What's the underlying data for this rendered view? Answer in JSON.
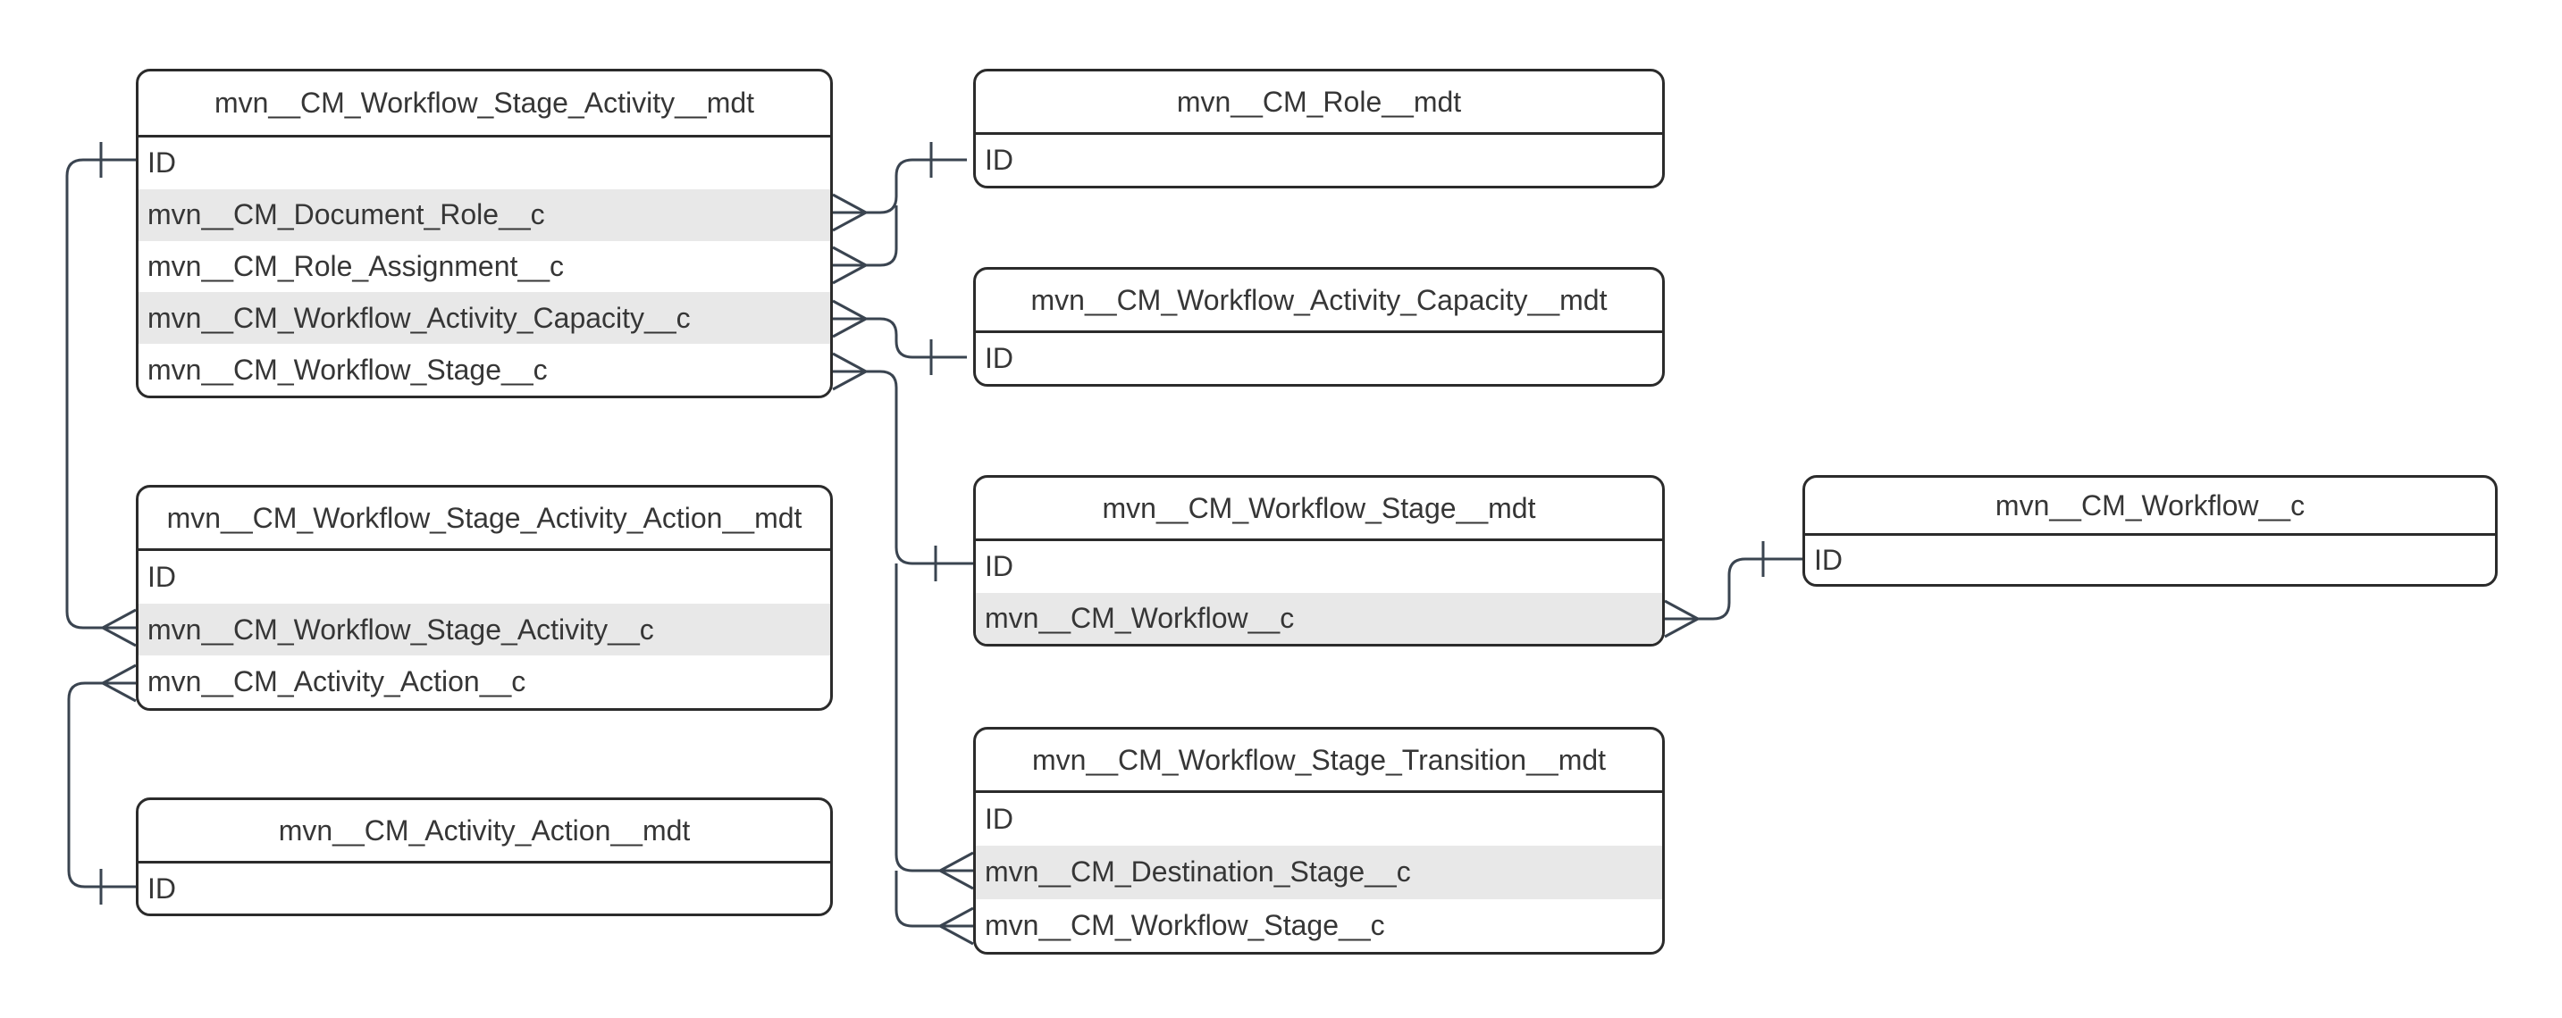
{
  "colors": {
    "background": "#ffffff",
    "entity_border": "#2b2b2b",
    "row_alt_fill": "#e8e8e8",
    "edge_line": "#3a4450",
    "text": "#363636"
  },
  "entities": [
    {
      "title": "mvn__CM_Workflow_Stage_Activity__mdt",
      "fields": [
        "ID",
        "mvn__CM_Document_Role__c",
        "mvn__CM_Role_Assignment__c",
        "mvn__CM_Workflow_Activity_Capacity__c",
        "mvn__CM_Workflow_Stage__c"
      ]
    },
    {
      "title": "mvn__CM_Role__mdt",
      "fields": [
        "ID"
      ]
    },
    {
      "title": "mvn__CM_Workflow_Activity_Capacity__mdt",
      "fields": [
        "ID"
      ]
    },
    {
      "title": "mvn__CM_Workflow_Stage__mdt",
      "fields": [
        "ID",
        "mvn__CM_Workflow__c"
      ]
    },
    {
      "title": "mvn__CM_Workflow__c",
      "fields": [
        "ID"
      ]
    },
    {
      "title": "mvn__CM_Workflow_Stage_Activity_Action__mdt",
      "fields": [
        "ID",
        "mvn__CM_Workflow_Stage_Activity__c",
        "mvn__CM_Activity_Action__c"
      ]
    },
    {
      "title": "mvn__CM_Activity_Action__mdt",
      "fields": [
        "ID"
      ]
    },
    {
      "title": "mvn__CM_Workflow_Stage_Transition__mdt",
      "fields": [
        "ID",
        "mvn__CM_Destination_Stage__c",
        "mvn__CM_Workflow_Stage__c"
      ]
    }
  ],
  "relationships": [
    {
      "from": "mvn__CM_Workflow_Stage_Activity__mdt.mvn__CM_Document_Role__c",
      "to": "mvn__CM_Role__mdt.ID",
      "cardinality": "many-to-one"
    },
    {
      "from": "mvn__CM_Workflow_Stage_Activity__mdt.mvn__CM_Role_Assignment__c",
      "to": "mvn__CM_Role__mdt.ID",
      "cardinality": "many-to-one"
    },
    {
      "from": "mvn__CM_Workflow_Stage_Activity__mdt.mvn__CM_Workflow_Activity_Capacity__c",
      "to": "mvn__CM_Workflow_Activity_Capacity__mdt.ID",
      "cardinality": "many-to-one"
    },
    {
      "from": "mvn__CM_Workflow_Stage_Activity__mdt.mvn__CM_Workflow_Stage__c",
      "to": "mvn__CM_Workflow_Stage__mdt.ID",
      "cardinality": "many-to-one"
    },
    {
      "from": "mvn__CM_Workflow_Stage_Activity_Action__mdt.mvn__CM_Workflow_Stage_Activity__c",
      "to": "mvn__CM_Workflow_Stage_Activity__mdt.ID",
      "cardinality": "many-to-one"
    },
    {
      "from": "mvn__CM_Workflow_Stage_Activity_Action__mdt.mvn__CM_Activity_Action__c",
      "to": "mvn__CM_Activity_Action__mdt.ID",
      "cardinality": "many-to-one"
    },
    {
      "from": "mvn__CM_Workflow_Stage__mdt.mvn__CM_Workflow__c",
      "to": "mvn__CM_Workflow__c.ID",
      "cardinality": "many-to-one"
    },
    {
      "from": "mvn__CM_Workflow_Stage_Transition__mdt.mvn__CM_Destination_Stage__c",
      "to": "mvn__CM_Workflow_Stage__mdt.ID",
      "cardinality": "many-to-one"
    },
    {
      "from": "mvn__CM_Workflow_Stage_Transition__mdt.mvn__CM_Workflow_Stage__c",
      "to": "mvn__CM_Workflow_Stage__mdt.ID",
      "cardinality": "many-to-one"
    }
  ]
}
